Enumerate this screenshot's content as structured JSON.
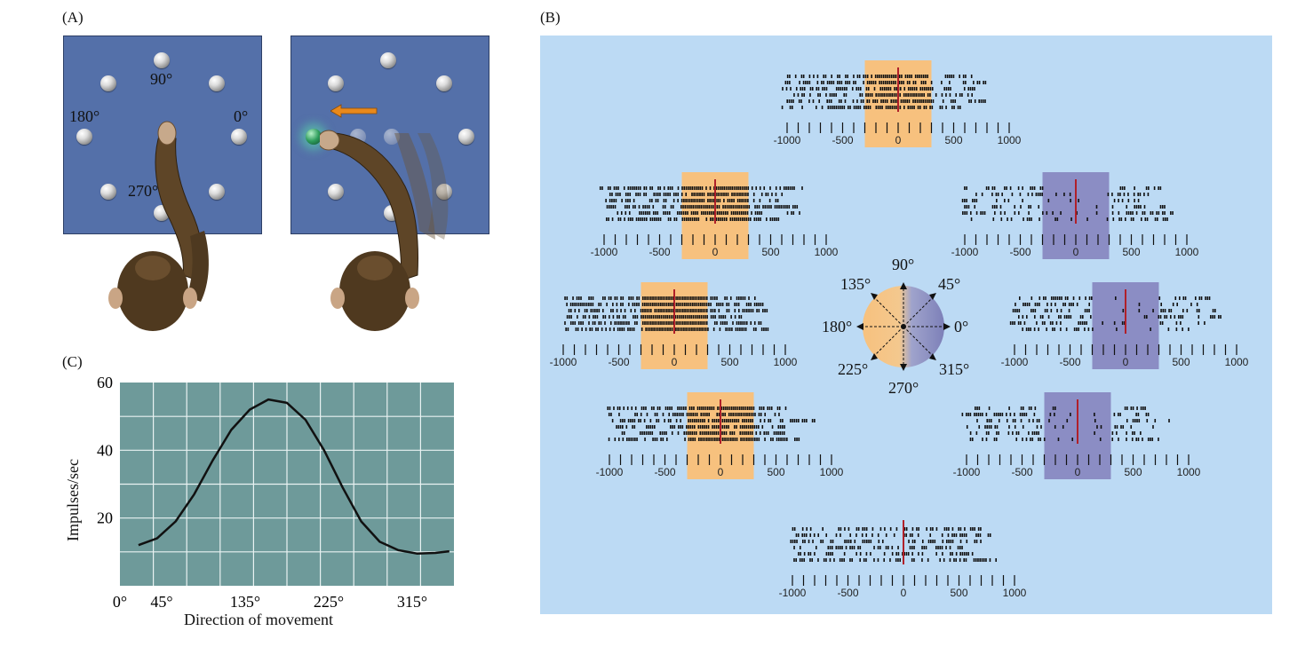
{
  "panels": {
    "a_label": "(A)",
    "b_label": "(B)",
    "c_label": "(C)"
  },
  "panel_a": {
    "angles": {
      "deg90": "90°",
      "deg180": "180°",
      "deg0": "0°",
      "deg270": "270°"
    },
    "colors": {
      "board": "#5470a9",
      "arrow": "#e8891c",
      "target": "#2e9c5c"
    }
  },
  "panel_b": {
    "tick_labels": [
      "-1000",
      "-500",
      "0",
      "500",
      "1000"
    ],
    "compass": {
      "deg90": "90°",
      "deg45": "45°",
      "deg135": "135°",
      "deg0": "0°",
      "deg180": "180°",
      "deg225": "225°",
      "deg270": "270°",
      "deg315": "315°"
    },
    "colors": {
      "background": "#bcdaf4",
      "increase": "#f7c17e",
      "decrease": "#8b8dc4",
      "onset_line": "#b0202a"
    },
    "rasters": [
      {
        "direction": "90°",
        "highlight": "increase",
        "density": 1.0
      },
      {
        "direction": "135°",
        "highlight": "increase",
        "density": 1.2
      },
      {
        "direction": "45°",
        "highlight": "decrease",
        "density": 0.8
      },
      {
        "direction": "180°",
        "highlight": "increase",
        "density": 1.3
      },
      {
        "direction": "0°",
        "highlight": "decrease",
        "density": 0.8
      },
      {
        "direction": "225°",
        "highlight": "increase",
        "density": 1.2
      },
      {
        "direction": "315°",
        "highlight": "decrease",
        "density": 0.8
      },
      {
        "direction": "270°",
        "highlight": "none",
        "density": 1.0
      }
    ]
  },
  "chart_data": {
    "type": "line",
    "title": "",
    "xlabel": "Direction of movement",
    "ylabel": "Impulses/sec",
    "x_tick_labels": [
      "0°",
      "45°",
      "135°",
      "225°",
      "315°"
    ],
    "y_tick_labels": [
      "20",
      "40",
      "60"
    ],
    "ylim": [
      0,
      60
    ],
    "grid": true,
    "background": "#6e9a9a",
    "series": [
      {
        "x": [
          20,
          40,
          60,
          80,
          100,
          120,
          140,
          160,
          180,
          200,
          220,
          240,
          260,
          280,
          300,
          320,
          340,
          355
        ],
        "y": [
          12,
          14,
          19,
          27,
          37,
          46,
          52,
          55,
          54,
          49,
          40,
          29,
          19,
          13,
          10.5,
          9.5,
          9.7,
          10.2
        ]
      }
    ]
  }
}
